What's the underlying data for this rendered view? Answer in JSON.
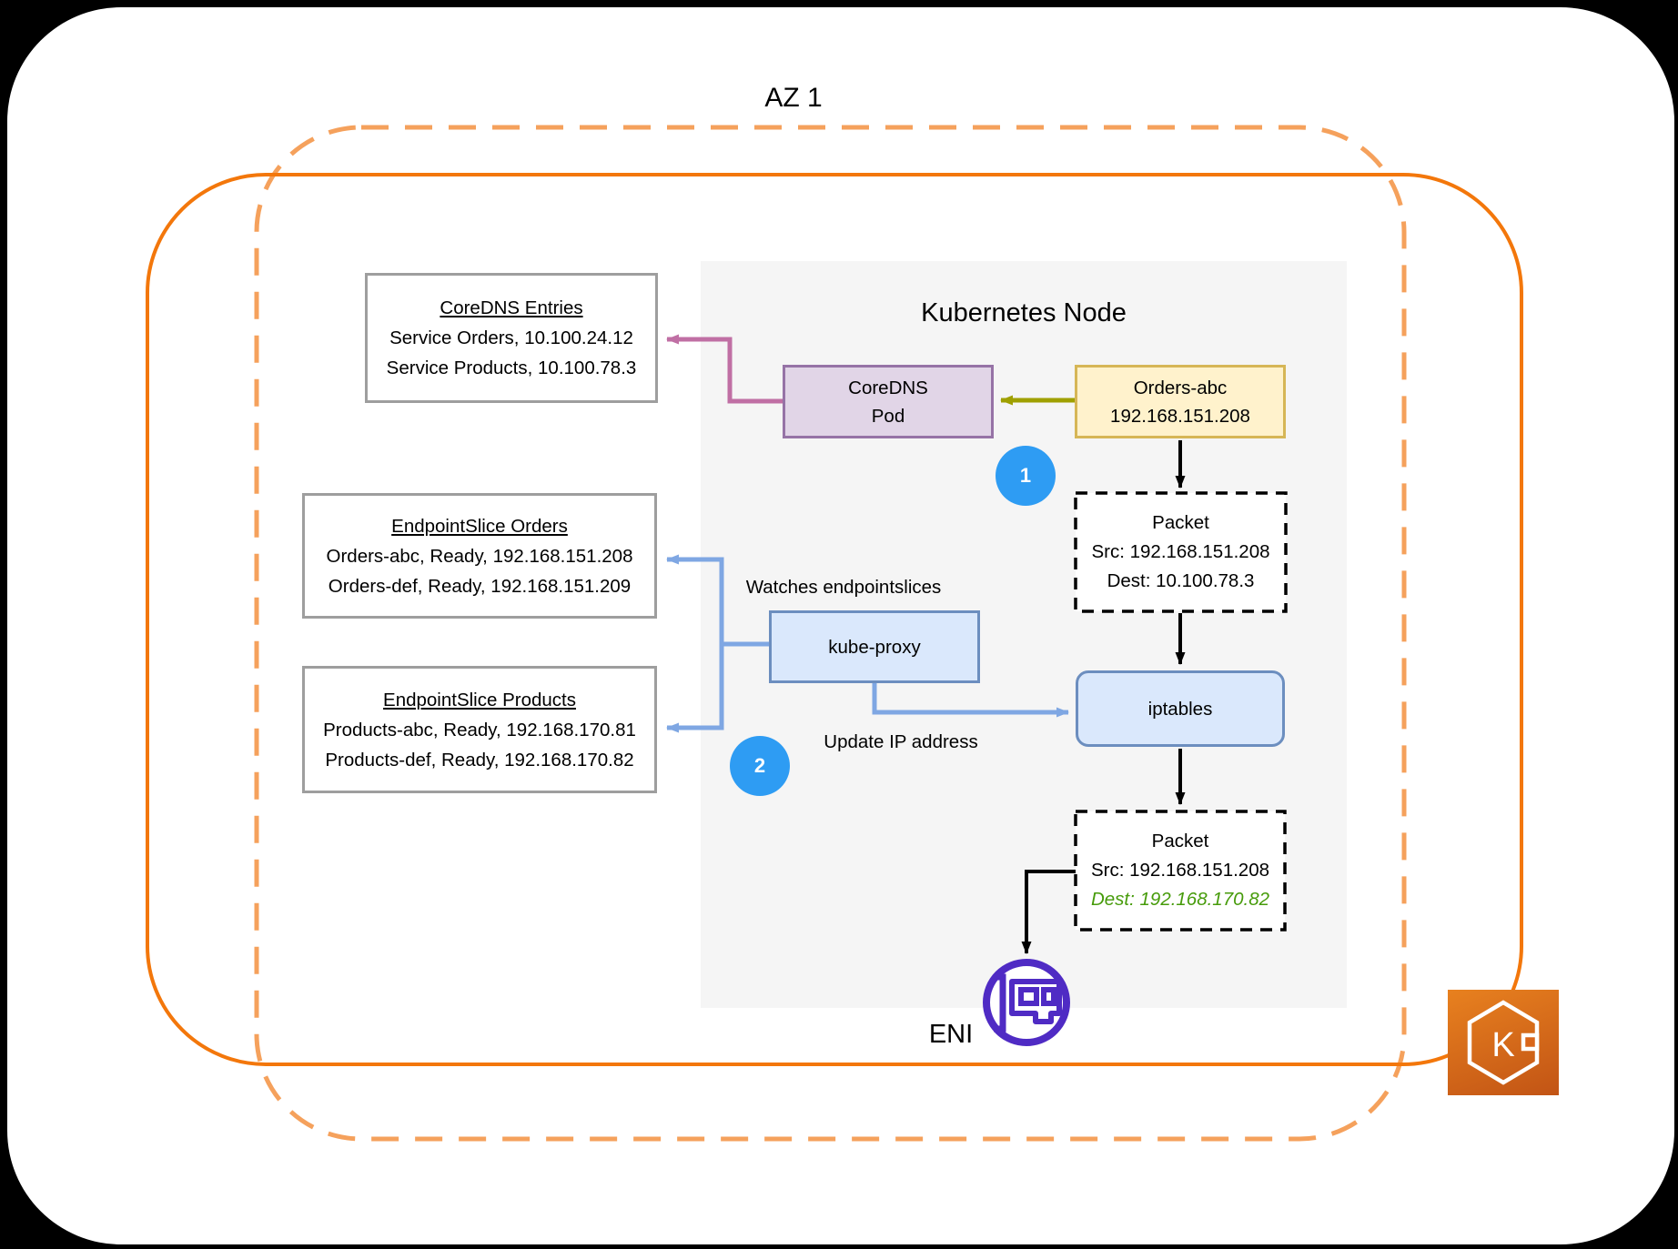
{
  "frame": {
    "az_label": "AZ 1"
  },
  "node_panel": {
    "title": "Kubernetes Node"
  },
  "boxes": {
    "coredns_entries": {
      "title": "CoreDNS Entries",
      "lines": [
        "Service Orders, 10.100.24.12",
        "Service Products, 10.100.78.3"
      ]
    },
    "endpointslice_orders": {
      "title": "EndpointSlice Orders",
      "lines": [
        "Orders-abc, Ready, 192.168.151.208",
        "Orders-def, Ready, 192.168.151.209"
      ]
    },
    "endpointslice_products": {
      "title": "EndpointSlice Products",
      "lines": [
        "Products-abc, Ready, 192.168.170.81",
        "Products-def, Ready, 192.168.170.82"
      ]
    },
    "coredns_pod": {
      "line1": "CoreDNS",
      "line2": "Pod"
    },
    "orders_pod": {
      "line1": "Orders-abc",
      "line2": "192.168.151.208"
    },
    "packet_before_nat": {
      "title": "Packet",
      "src": "Src: 192.168.151.208",
      "dest": "Dest: 10.100.78.3"
    },
    "packet_after_nat": {
      "title": "Packet",
      "src": "Src: 192.168.151.208",
      "dest": "Dest: 192.168.170.82"
    },
    "kube_proxy": {
      "label": "kube-proxy"
    },
    "iptables": {
      "label": "iptables"
    }
  },
  "annotations": {
    "watches_endpointslices": "Watches endpointslices",
    "update_ip_address": "Update IP address",
    "step_1": "1",
    "step_2": "2",
    "eni_label": "ENI",
    "eks_letter": "K"
  },
  "colors": {
    "az_dashed_border": "#f5a15c",
    "solid_orange_border": "#f3770b",
    "node_panel_bg": "#f5f5f5",
    "pod_purple_fill": "#e1d5e7",
    "pod_purple_border": "#9673a6",
    "pod_yellow_fill": "#fff2cc",
    "pod_yellow_border": "#d6b656",
    "blue_fill": "#dae8fc",
    "blue_border": "#6c8ebf",
    "blue_arrow": "#7fa7e3",
    "pink_arrow": "#c06fa4",
    "olive_arrow": "#9fa000",
    "step_badge_blue": "#2e9cf3",
    "nat_dest_green": "#469b0a",
    "eni_purple": "#4f2bc4",
    "eks_orange": "#d9661a"
  }
}
